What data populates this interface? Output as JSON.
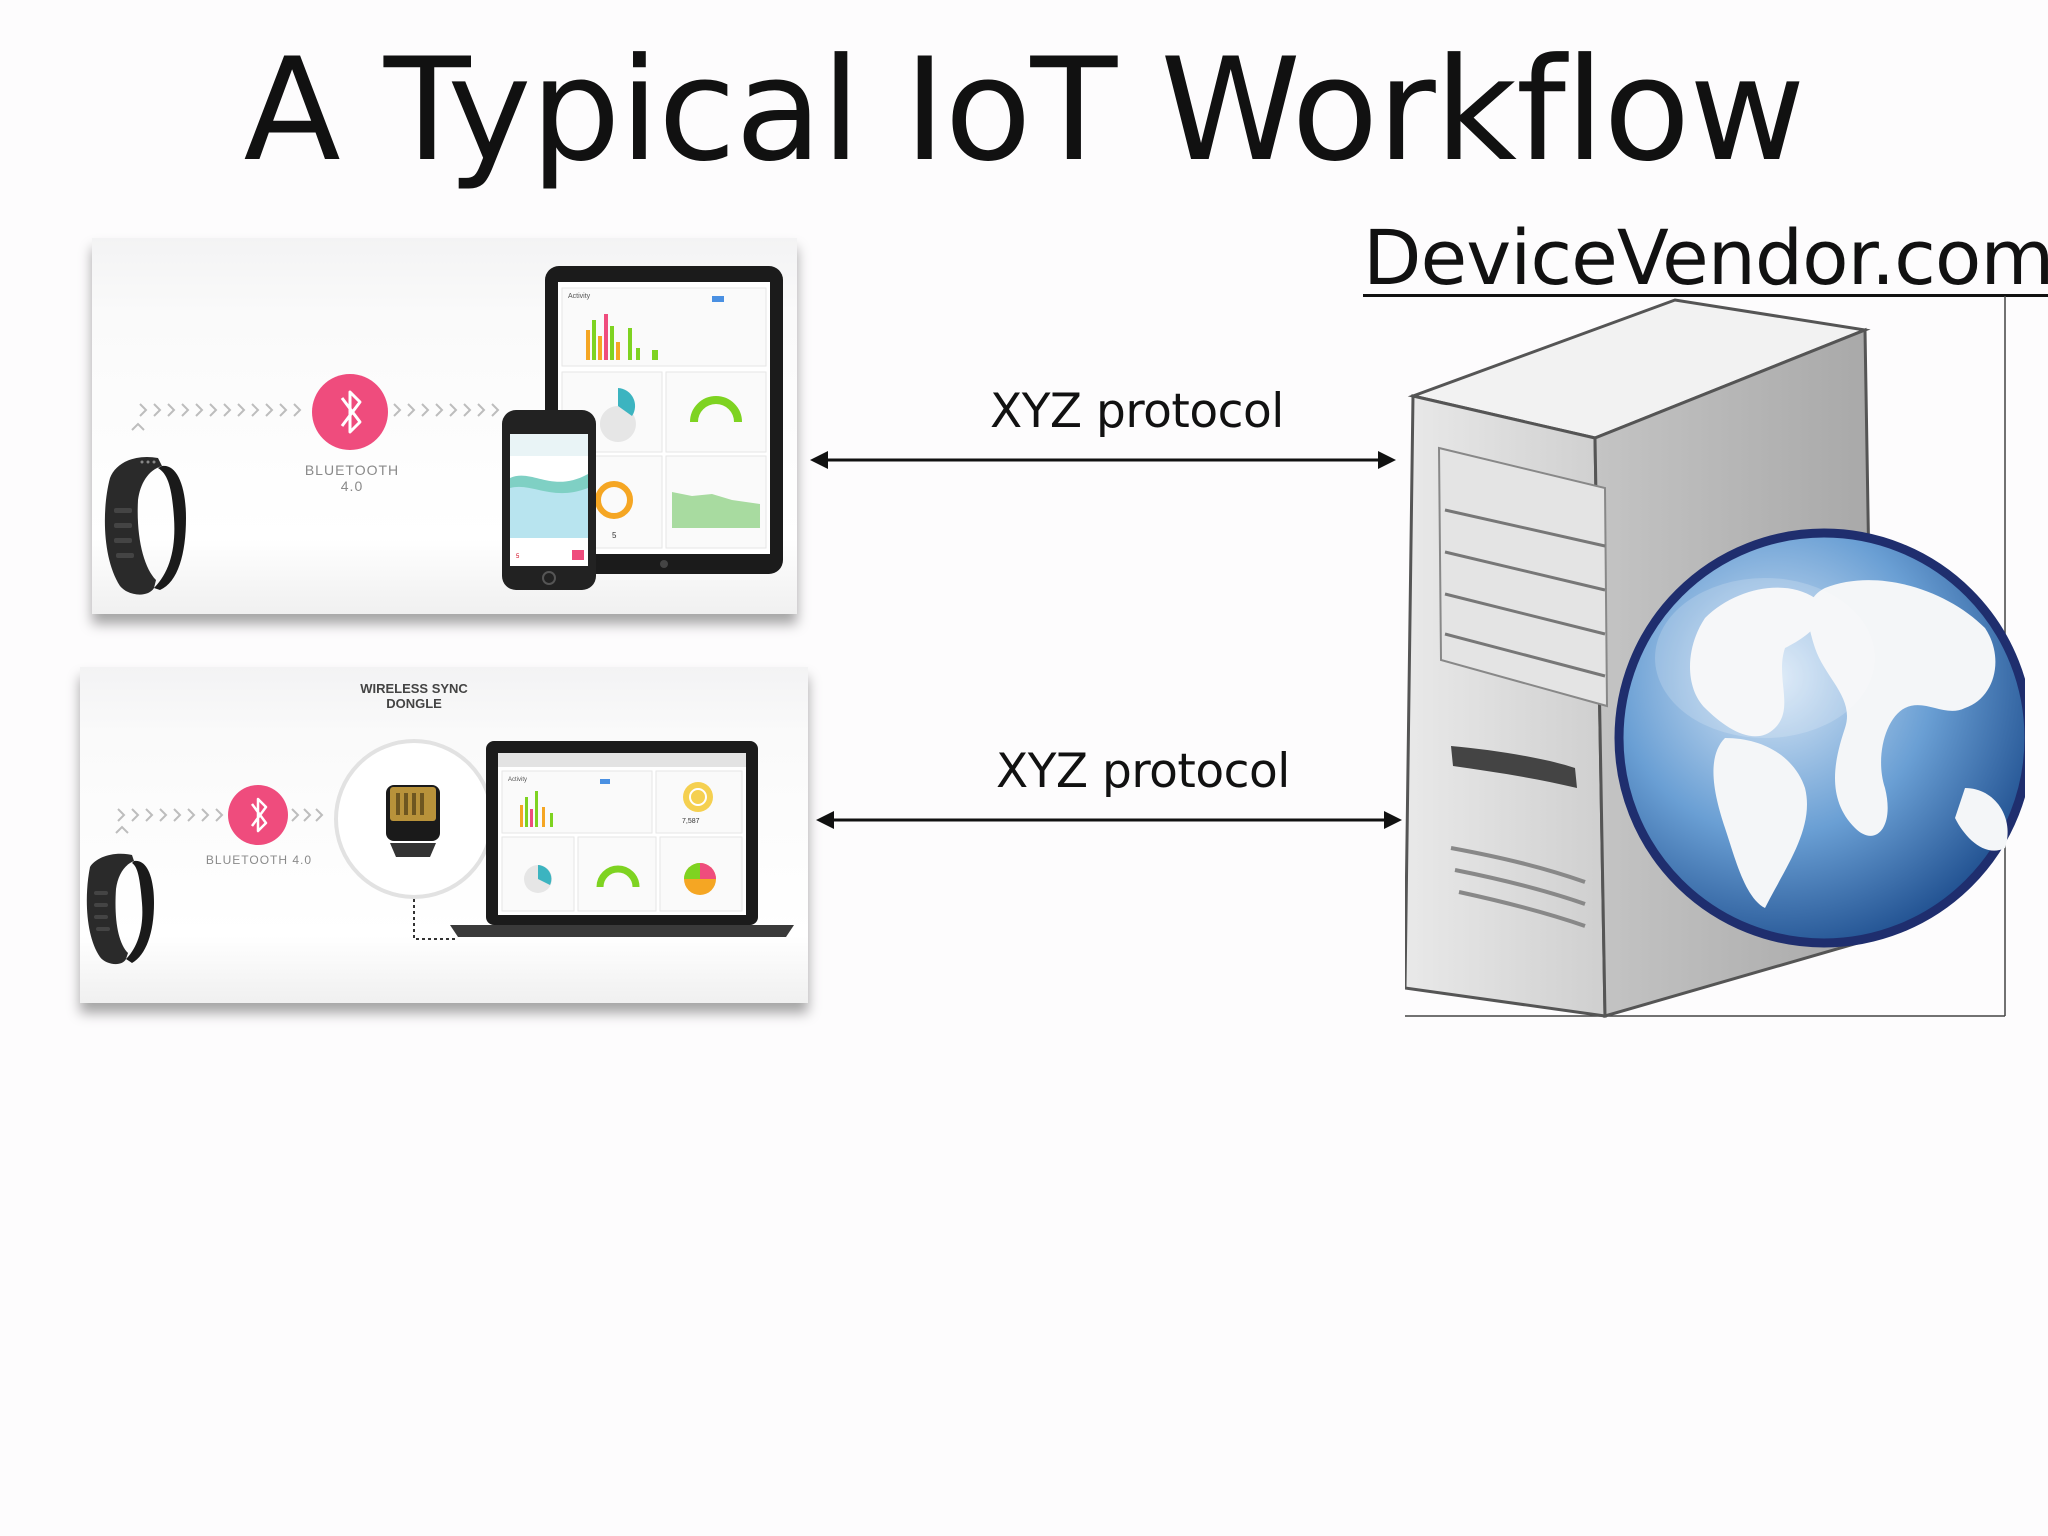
{
  "slide": {
    "title": "A Typical IoT Workflow"
  },
  "server": {
    "vendor_label": "DeviceVendor.com",
    "icon": "web-server-globe-icon"
  },
  "connections": [
    {
      "label": "XYZ protocol",
      "direction": "bidirectional"
    },
    {
      "label": "XYZ protocol",
      "direction": "bidirectional"
    }
  ],
  "mobile_scenario": {
    "bluetooth_label": "BLUETOOTH 4.0",
    "icons": [
      "fitness-band-icon",
      "bluetooth-icon",
      "tablet-icon",
      "smartphone-icon"
    ],
    "tablet": {
      "activity_title": "Activity",
      "stat": "5"
    },
    "phone": {
      "steps": "5"
    },
    "accent_color": "#ef4c7d"
  },
  "desktop_scenario": {
    "dongle_label_line1": "WIRELESS SYNC",
    "dongle_label_line2": "DONGLE",
    "bluetooth_label": "BLUETOOTH 4.0",
    "icons": [
      "fitness-band-icon",
      "bluetooth-icon",
      "usb-dongle-icon",
      "laptop-icon"
    ],
    "laptop": {
      "activity_title": "Activity",
      "steps": "7,587"
    },
    "accent_color": "#ef4c7d"
  }
}
